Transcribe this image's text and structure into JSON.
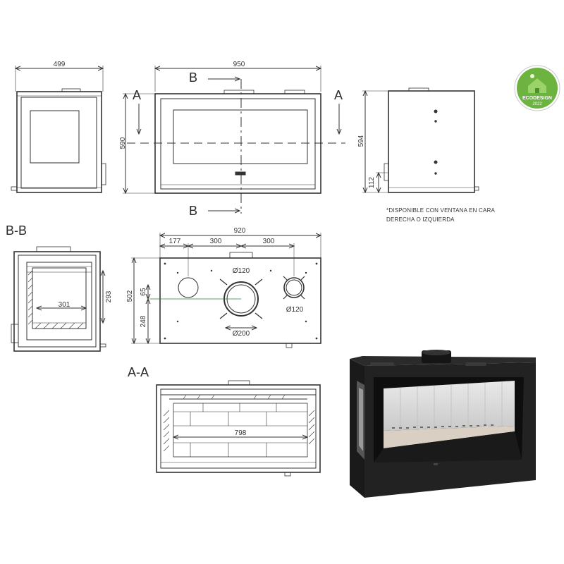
{
  "views": {
    "section_b_label": "B-B",
    "section_a_label": "A-A",
    "cut_a": "A",
    "cut_b": "B"
  },
  "dimensions": {
    "front_width": "950",
    "side_width": "499",
    "height_front": "590",
    "height_back": "594",
    "leg": "112",
    "top_width": "920",
    "offset_177": "177",
    "spacing_1": "300",
    "spacing_2": "300",
    "depth": "502",
    "offset_65": "65",
    "offset_248": "248",
    "flue_small_left": "Ø120",
    "flue_small_right": "Ø120",
    "flue_main": "Ø200",
    "bb_width": "301",
    "bb_height": "293",
    "aa_width": "798"
  },
  "note": {
    "line1": "*DISPONIBLE CON VENTANA EN CARA",
    "line2": "DERECHA O IZQUIERDA"
  },
  "badge": {
    "line1": "ECODESIGN",
    "line2": "2022"
  },
  "colors": {
    "line": "#333333",
    "badge_green": "#6cb33f",
    "stove_body": "#1e1e1e"
  }
}
